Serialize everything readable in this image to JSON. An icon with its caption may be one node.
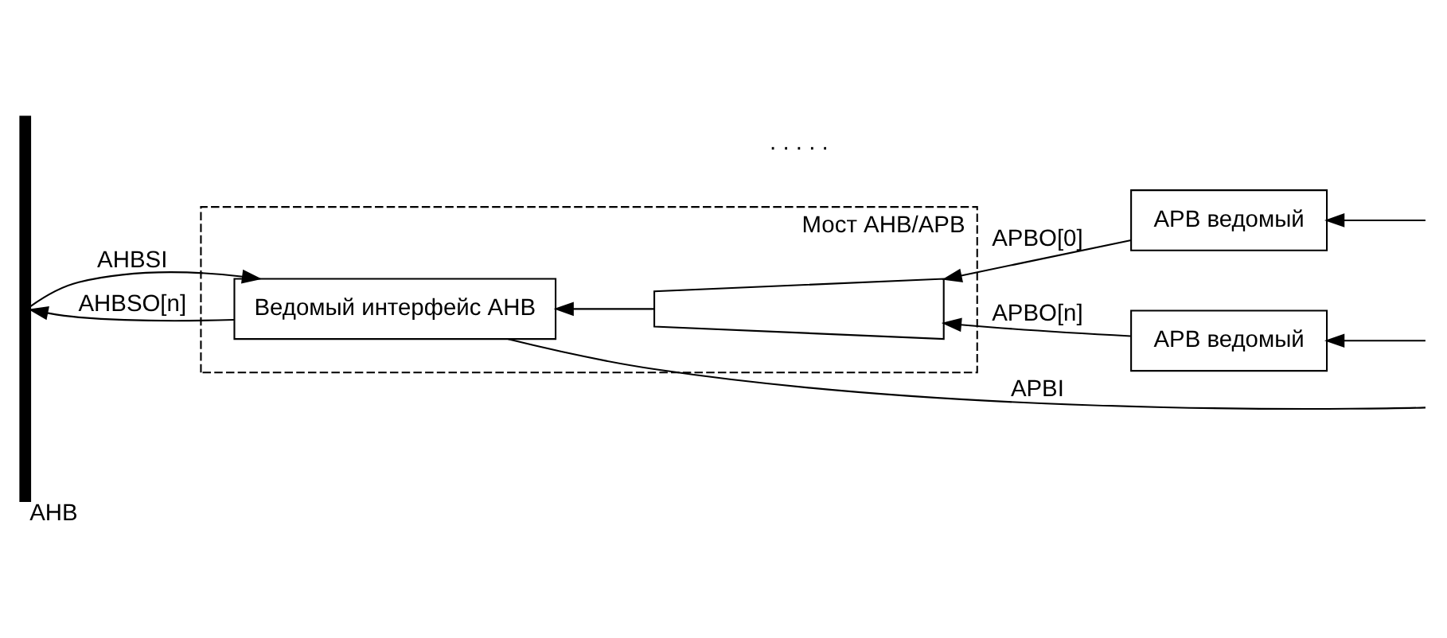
{
  "diagram": {
    "nodes": [
      {
        "text": [
          "AHB"
        ]
      },
      {
        "text": [
          "Мост AHB/APB"
        ]
      },
      {
        "text": [
          "Ведомый интерфейс AHB"
        ],
        "in": 1
      },
      {
        "text": [],
        "shape": "trapezoid",
        "in": 1
      },
      {
        "text": [
          "APB ведомый"
        ]
      },
      {
        "text": [
          "APB ведомый"
        ]
      }
    ],
    "edges": [
      {
        "from": 0,
        "to": 2,
        "arrow": "to",
        "label": "AHBSI"
      },
      {
        "from": 2,
        "to": 0,
        "arrow": "to",
        "label": "AHBSO[n]"
      },
      {
        "from": 3,
        "to": 2,
        "arrow": "to"
      },
      {
        "from": 4,
        "to": 3,
        "arrow": "to",
        "label": "APBO[0]"
      },
      {
        "from": 5,
        "to": 3,
        "arrow": "to",
        "label": "APBO[n]"
      },
      {
        "from": null,
        "to": 4,
        "arrow": "to"
      },
      {
        "from": null,
        "to": 5,
        "arrow": "to"
      },
      {
        "from": 2,
        "to": null,
        "arrow": "none",
        "label": "APBI"
      }
    ],
    "labels": [
      ". . . . ."
    ]
  }
}
